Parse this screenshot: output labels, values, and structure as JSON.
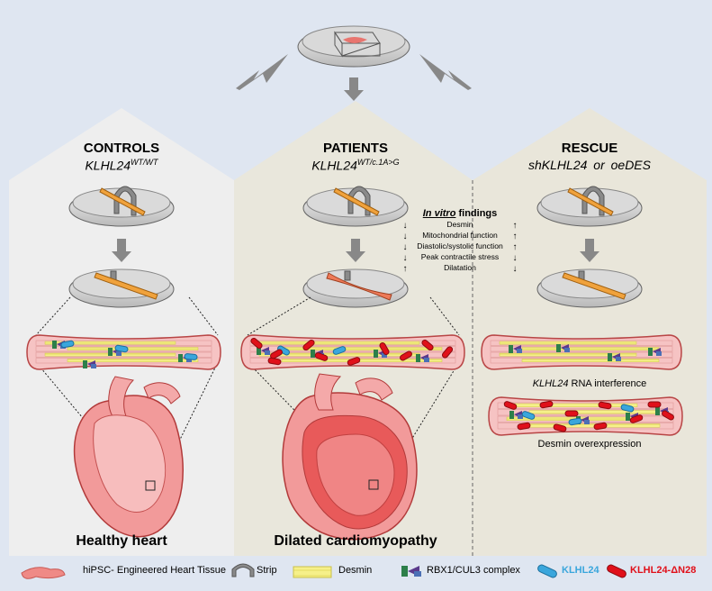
{
  "columns": {
    "controls": {
      "title": "CONTROLS",
      "gene_base": "KLHL24",
      "gene_sup": "WT/WT",
      "caption": "Healthy heart"
    },
    "patients": {
      "title": "PATIENTS",
      "gene_base": "KLHL24",
      "gene_sup": "WT/c.1A>G",
      "caption": "Dilated cardiomyopathy"
    },
    "rescue": {
      "title": "RESCUE",
      "gene_line": "shKLHL24 or oeDES",
      "label_rnai_gene": "KLHL24",
      "label_rnai_rest": " RNA interference",
      "label_overexpression": "Desmin overexpression"
    }
  },
  "findings": {
    "heading_italic": "In vitro",
    "heading_rest": " findings",
    "items": [
      "Desmin",
      "Mitochondrial function",
      "Diastolic/systolic function",
      "Peak contractile stress",
      "Dilatation"
    ],
    "patient_arrows": [
      "↓",
      "↓",
      "↓",
      "↓",
      "↑"
    ],
    "rescue_arrows": [
      "↑",
      "↑",
      "↑",
      "↓",
      "↓"
    ]
  },
  "legend": {
    "ehm": "hiPSC- Engineered Heart Tissue",
    "strip": "Strip",
    "desmin": "Desmin",
    "complex": "RBX1/CUL3 complex",
    "klhl24": "KLHL24",
    "klhl24_mut": "KLHL24-ΔN28"
  },
  "colors": {
    "background": "#dfe6f1",
    "controls_panel": "#eeeeee",
    "patients_panel": "#e9e7dc",
    "rescue_panel": "#e9e6da",
    "tissue": "#f6c3c3",
    "desmin": "#f2ee86",
    "klhl24": "#3aa6dc",
    "klhl24_mut": "#e0101a",
    "complex": "#5a3a8c"
  }
}
